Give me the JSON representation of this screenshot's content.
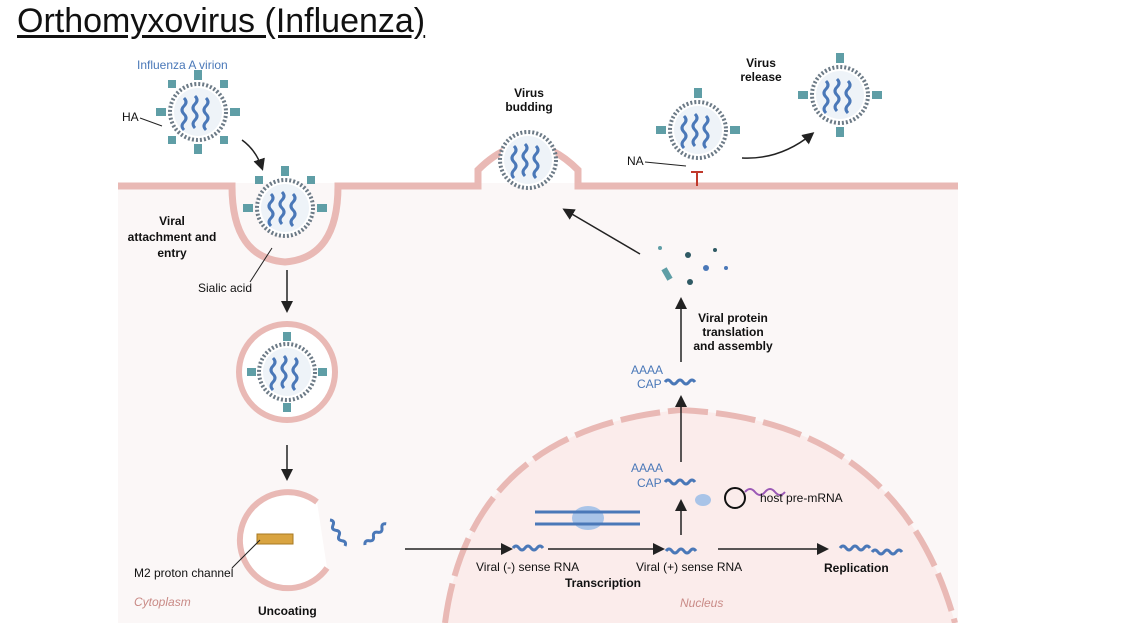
{
  "title": "Orthomyxovirus (Influenza)",
  "labels": {
    "virion": "Influenza A virion",
    "ha": "HA",
    "attachment": [
      "Viral",
      "attachment and",
      "entry"
    ],
    "sialic": "Sialic acid",
    "m2": "M2 proton channel",
    "cytoplasm": "Cytoplasm",
    "uncoating": "Uncoating",
    "budding": [
      "Virus",
      "budding"
    ],
    "release": [
      "Virus",
      "release"
    ],
    "na": "NA",
    "translation": [
      "Viral protein",
      "translation",
      "and assembly"
    ],
    "aaaa": "AAAA",
    "cap": "CAP",
    "host_premrna": "host pre-mRNA",
    "neg_rna": "Viral (-) sense RNA",
    "transcription": "Transcription",
    "pos_rna": "Viral (+) sense RNA",
    "replication": "Replication",
    "nucleus": "Nucleus"
  },
  "colors": {
    "membrane": "#e9b9b5",
    "spike": "#5f9ea6",
    "na_spike": "#2f5a64",
    "rna": "#4a78b8",
    "host_rna": "#9b59b6"
  },
  "icons": [
    "virion-icon",
    "rna-segment-icon",
    "ribosome-icon",
    "protein-fragment-icon"
  ]
}
